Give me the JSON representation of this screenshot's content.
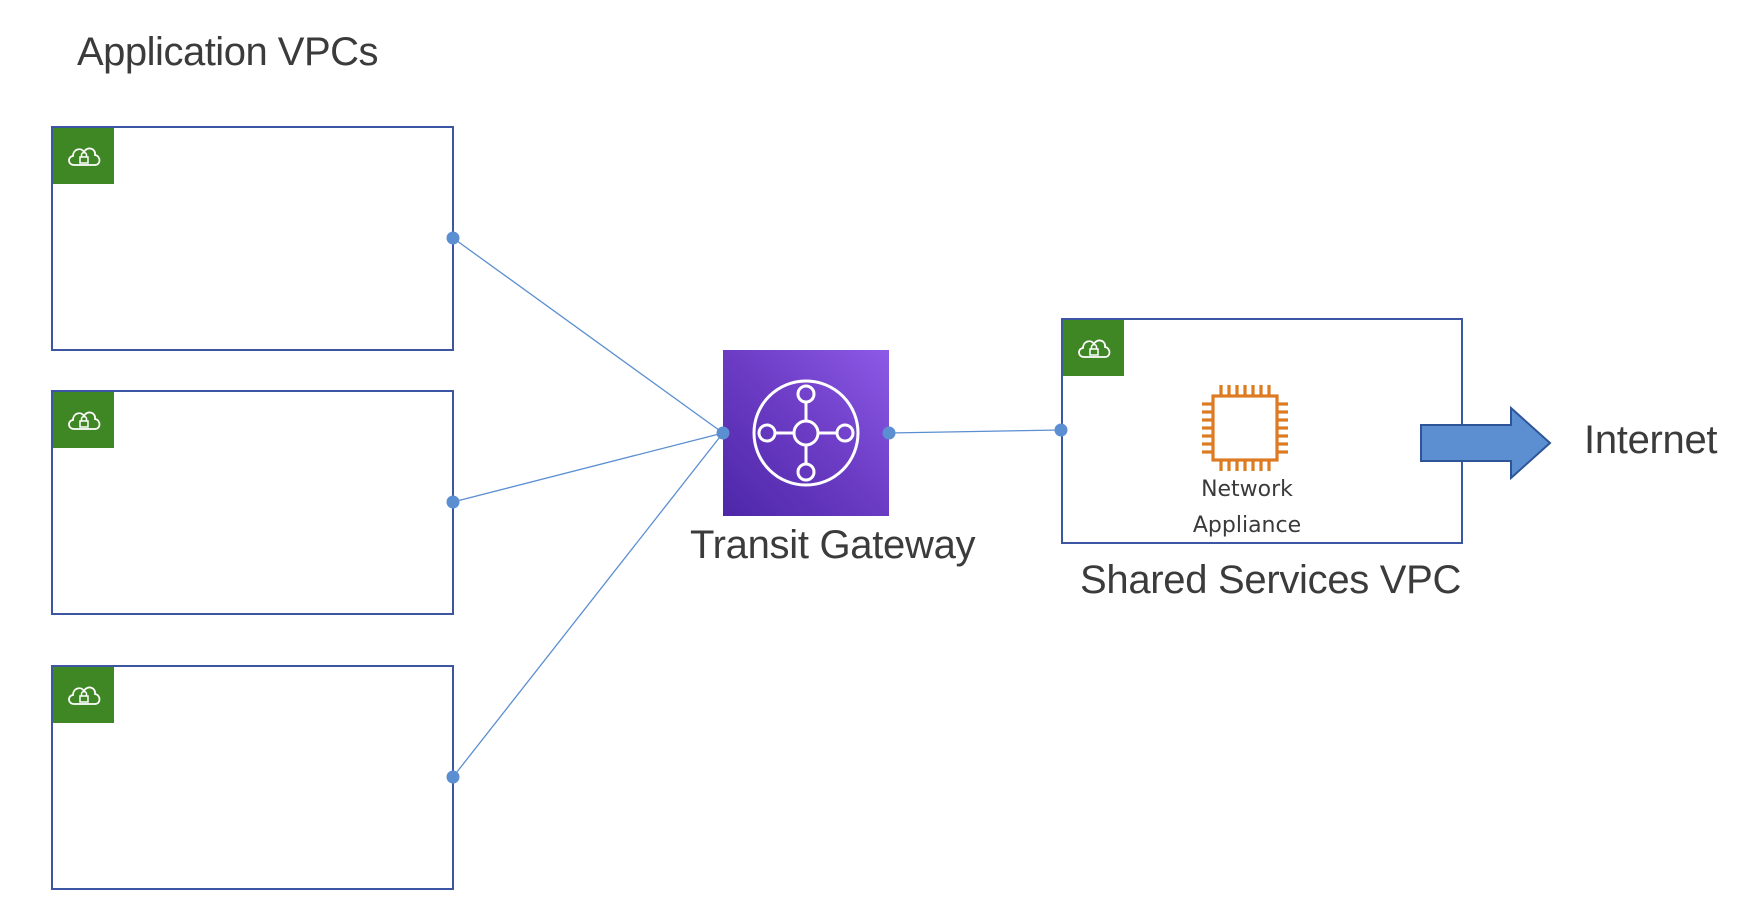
{
  "diagram": {
    "application_vpcs_title": "Application VPCs",
    "transit_gateway_label": "Transit Gateway",
    "shared_services_label": "Shared Services VPC",
    "appliance_label": "Network\nAppliance",
    "internet_label": "Internet",
    "application_vpc_count": 3
  },
  "colors": {
    "vpc_border": "#3c56a3",
    "vpc_badge": "#3f8624",
    "transit_gateway": "#7a4bd8",
    "appliance": "#dd7a22",
    "connector": "#5b8fd1",
    "arrow": "#5b8fd1"
  },
  "icons": {
    "vpc_badge": "vpc-cloud-lock-icon",
    "transit_gateway": "transit-gateway-icon",
    "appliance": "ec2-instance-chip-icon",
    "arrow": "right-arrow-icon"
  }
}
